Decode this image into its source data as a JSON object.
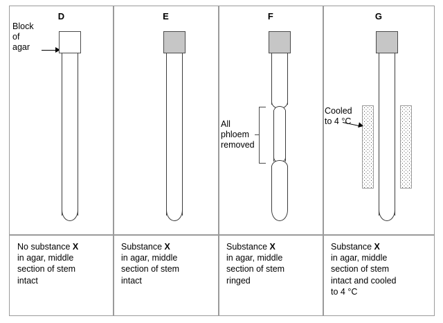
{
  "figure": {
    "kind": "translocation-experiment-diagram",
    "panel_count": 4,
    "colors": {
      "frame": "#9a9a9a",
      "stem_outline": "#3a3a3a",
      "agar_outline": "#4a4a4a",
      "agar_fill_with_substance": "#c6c6c6",
      "agar_fill_without_substance": "#ffffff",
      "jacket_outline": "#9a9a9a",
      "stipple_dot": "#4a4a4a",
      "text": "#000000",
      "background": "#ffffff"
    }
  },
  "panels": [
    {
      "id": "D",
      "letter": "D",
      "agar": {
        "label": "agar-block",
        "has_substance": false,
        "fill": "white"
      },
      "stem": {
        "type": "intact",
        "bottom": "rounded"
      },
      "annotations": [
        {
          "name": "block-of-agar-label",
          "text": "Block\nof\nagar",
          "arrow": "points-right-to-agar-block"
        }
      ],
      "caption": {
        "line1_prefix": "No substance ",
        "substance": "X",
        "line1_suffix": "",
        "rest": "in agar, middle\nsection of stem\nintact"
      },
      "caption_plain": "No substance X in agar, middle section of stem intact"
    },
    {
      "id": "E",
      "letter": "E",
      "agar": {
        "label": "agar-block",
        "has_substance": true,
        "fill": "gray"
      },
      "stem": {
        "type": "intact",
        "bottom": "rounded"
      },
      "annotations": [],
      "caption": {
        "line1_prefix": "Substance ",
        "substance": "X",
        "line1_suffix": "",
        "rest": "in agar, middle\nsection of stem\nintact"
      },
      "caption_plain": "Substance X in agar, middle section of stem intact"
    },
    {
      "id": "F",
      "letter": "F",
      "agar": {
        "label": "agar-block",
        "has_substance": true,
        "fill": "gray"
      },
      "stem": {
        "type": "ringed",
        "bottom": "rounded",
        "middle_section": "narrowed-phloem-removed"
      },
      "annotations": [
        {
          "name": "all-phloem-removed-label",
          "text": "All\nphloem\nremoved",
          "marker": "bracket-spanning-ringed-section"
        }
      ],
      "caption": {
        "line1_prefix": "Substance ",
        "substance": "X",
        "line1_suffix": "",
        "rest": "in agar, middle\nsection of stem\nringed"
      },
      "caption_plain": "Substance X in agar, middle section of stem ringed"
    },
    {
      "id": "G",
      "letter": "G",
      "agar": {
        "label": "agar-block",
        "has_substance": true,
        "fill": "gray"
      },
      "stem": {
        "type": "intact",
        "bottom": "rounded",
        "middle_section": "cooled-jacket"
      },
      "annotations": [
        {
          "name": "cooled-to-4c-label",
          "text": "Cooled\nto 4 °C",
          "arrow": "points-right-to-cooling-jacket",
          "temperature": "4 °C"
        }
      ],
      "caption": {
        "line1_prefix": "Substance ",
        "substance": "X",
        "line1_suffix": "",
        "rest": "in agar, middle\nsection of stem\nintact and cooled\nto 4 °C"
      },
      "caption_plain": "Substance X in agar, middle section of stem intact and cooled to 4 °C"
    }
  ]
}
